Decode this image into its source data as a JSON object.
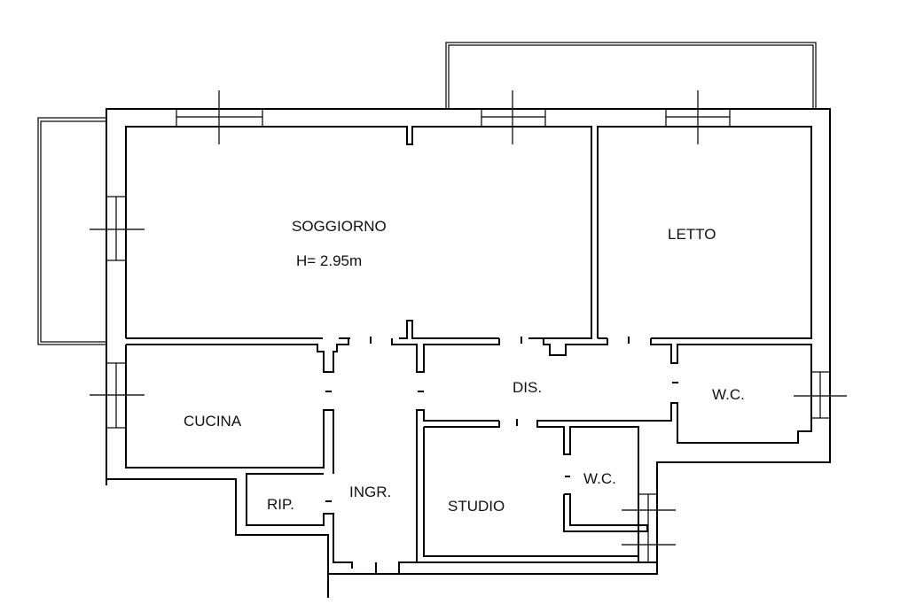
{
  "plan": {
    "colors": {
      "line": "#000000",
      "background": "#ffffff"
    },
    "rooms": [
      {
        "id": "soggiorno",
        "label": "SOGGIORNO",
        "note": "H= 2.95m"
      },
      {
        "id": "letto",
        "label": "LETTO"
      },
      {
        "id": "cucina",
        "label": "CUCINA"
      },
      {
        "id": "dis",
        "label": "DIS."
      },
      {
        "id": "wc-1",
        "label": "W.C."
      },
      {
        "id": "wc-2",
        "label": "W.C."
      },
      {
        "id": "studio",
        "label": "STUDIO"
      },
      {
        "id": "ingr",
        "label": "INGR."
      },
      {
        "id": "rip",
        "label": "RIP."
      }
    ]
  }
}
